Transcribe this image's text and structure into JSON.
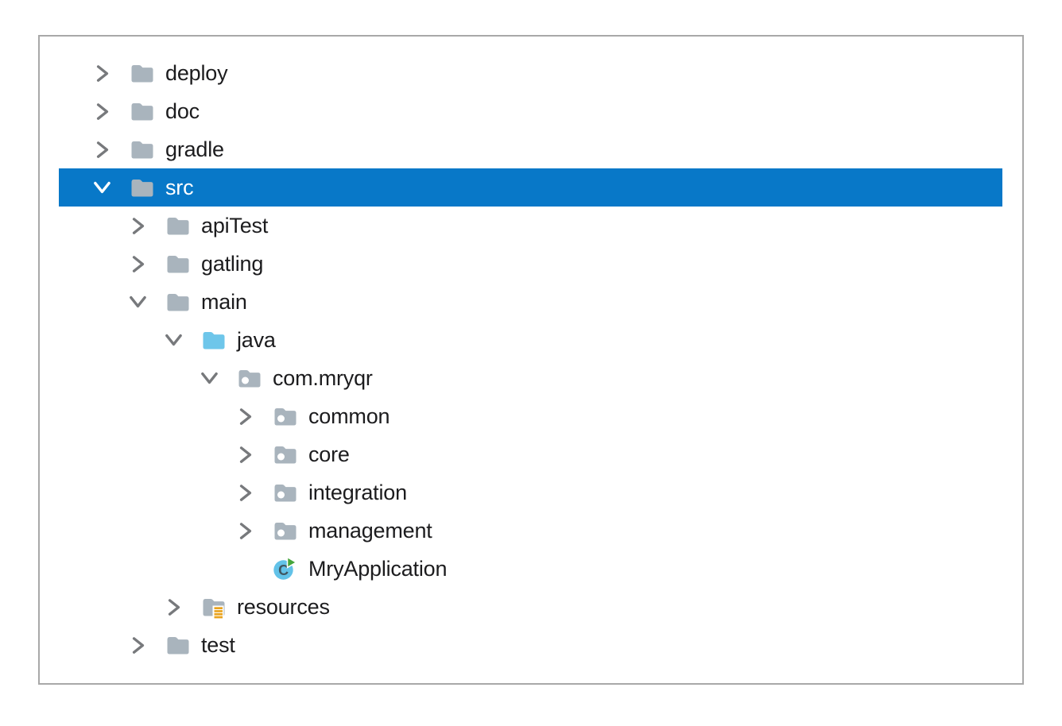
{
  "panel": {
    "type": "project-file-tree",
    "border_color": "#a8a8a8",
    "background": "#ffffff"
  },
  "colors": {
    "selection_background": "#0878c8",
    "selection_text": "#ffffff",
    "text": "#1c1c1e",
    "chevron": "#77797c",
    "folder": "#a9b4bd",
    "source_folder": "#6ec6ea",
    "package_dot": "#ffffff",
    "resources_stripes": "#e9a31d",
    "class_circle": "#62c2e8",
    "class_letter": "#3f5560",
    "run_arrow": "#46a63c"
  },
  "tree": {
    "rows": [
      {
        "label": "deploy",
        "level": 0,
        "icon": "folder",
        "state": "collapsed",
        "selected": false
      },
      {
        "label": "doc",
        "level": 0,
        "icon": "folder",
        "state": "collapsed",
        "selected": false
      },
      {
        "label": "gradle",
        "level": 0,
        "icon": "folder",
        "state": "collapsed",
        "selected": false
      },
      {
        "label": "src",
        "level": 0,
        "icon": "folder",
        "state": "expanded",
        "selected": true
      },
      {
        "label": "apiTest",
        "level": 1,
        "icon": "folder",
        "state": "collapsed",
        "selected": false
      },
      {
        "label": "gatling",
        "level": 1,
        "icon": "folder",
        "state": "collapsed",
        "selected": false
      },
      {
        "label": "main",
        "level": 1,
        "icon": "folder",
        "state": "expanded",
        "selected": false
      },
      {
        "label": "java",
        "level": 2,
        "icon": "source-folder",
        "state": "expanded",
        "selected": false
      },
      {
        "label": "com.mryqr",
        "level": 3,
        "icon": "package",
        "state": "expanded",
        "selected": false
      },
      {
        "label": "common",
        "level": 4,
        "icon": "package",
        "state": "collapsed",
        "selected": false
      },
      {
        "label": "core",
        "level": 4,
        "icon": "package",
        "state": "collapsed",
        "selected": false
      },
      {
        "label": "integration",
        "level": 4,
        "icon": "package",
        "state": "collapsed",
        "selected": false
      },
      {
        "label": "management",
        "level": 4,
        "icon": "package",
        "state": "collapsed",
        "selected": false
      },
      {
        "label": "MryApplication",
        "level": 4,
        "icon": "runnable-class",
        "state": "leaf",
        "selected": false
      },
      {
        "label": "resources",
        "level": 2,
        "icon": "resources-folder",
        "state": "collapsed",
        "selected": false
      },
      {
        "label": "test",
        "level": 1,
        "icon": "folder",
        "state": "collapsed",
        "selected": false
      }
    ]
  }
}
